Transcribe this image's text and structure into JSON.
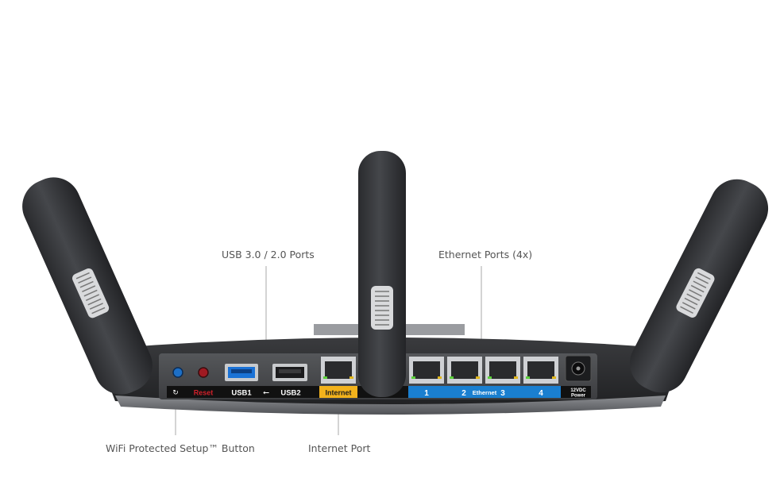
{
  "callouts": {
    "usb_ports": "USB 3.0 / 2.0 Ports",
    "ethernet_ports": "Ethernet Ports (4x)",
    "wps_button": "WiFi Protected Setup™ Button",
    "internet_port": "Internet Port"
  },
  "panel_labels": {
    "reset": "Reset",
    "usb1": "USB1",
    "usb2": "USB2",
    "internet": "Internet",
    "port1": "1",
    "port2": "2",
    "ethernet": "Ethernet",
    "port3": "3",
    "port4": "4",
    "power_line1": "12VDC",
    "power_line2": "Power"
  },
  "colors": {
    "internet_accent": "#f2b21c",
    "ethernet_accent": "#1a7fd0",
    "reset_red": "#d0202a",
    "wps_blue": "#1d6fc6"
  }
}
